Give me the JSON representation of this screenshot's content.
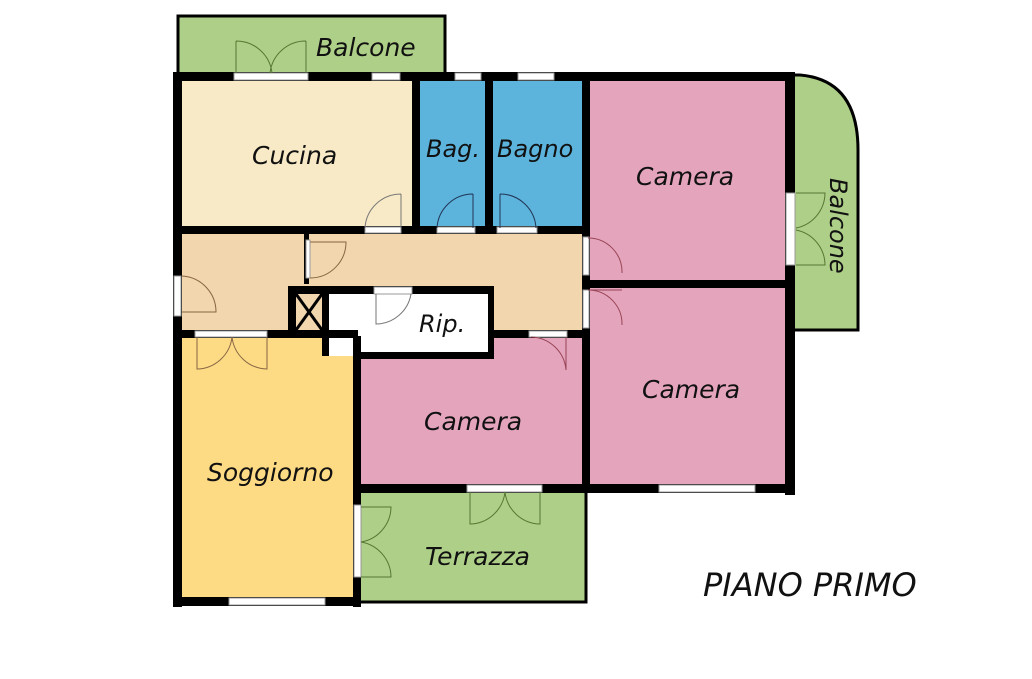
{
  "plan": {
    "title": "PIANO PRIMO",
    "colors": {
      "wall": "#000000",
      "balcony": "#aecf88",
      "kitchen": "#f8eac6",
      "bath": "#5cb4dc",
      "bedroom": "#e4a5bc",
      "hall": "#f1d6ae",
      "living": "#fdda84",
      "storage": "#ffffff"
    },
    "rooms": {
      "balcone_top": "Balcone",
      "cucina": "Cucina",
      "bag": "Bag.",
      "bagno": "Bagno",
      "camera_ne": "Camera",
      "balcone_right": "Balcone",
      "rip": "Rip.",
      "camera_center": "Camera",
      "camera_se": "Camera",
      "soggiorno": "Soggiorno",
      "terrazza": "Terrazza"
    }
  }
}
